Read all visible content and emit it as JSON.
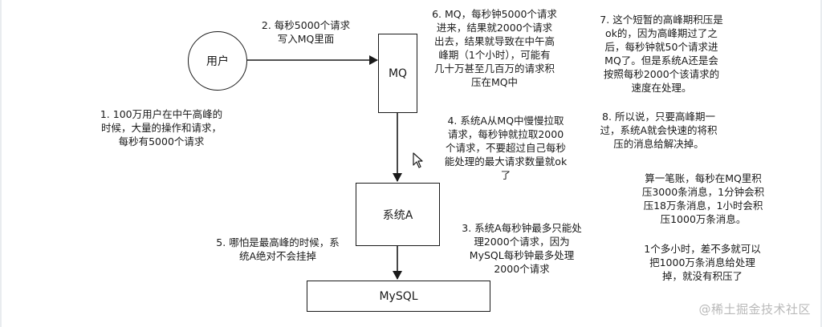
{
  "nodes": {
    "user": "用户",
    "mq": "MQ",
    "system_a": "系统A",
    "mysql": "MySQL"
  },
  "notes": {
    "n1": "1. 100万用户在中午高峰的\n时候，大量的操作和请求，\n每秒有5000个请求",
    "n2": "2. 每秒5000个请求\n写入MQ里面",
    "n3": "3. 系统A每秒钟最多只能处\n理2000个请求，因为\nMySQL每秒钟最多处理\n2000个请求",
    "n4": "4. 系统A从MQ中慢慢拉取\n请求，每秒钟就拉取2000\n个请求，不要超过自己每秒\n能处理的最大请求数量就ok\n了",
    "n5": "5. 哪怕是最高峰的时候，系\n统A绝对不会挂掉",
    "n6": "6. MQ，每秒钟5000个请求\n进来，结果就2000个请求\n出去，结果就导致在中午高\n峰期（1个小时），可能有\n几十万甚至几百万的请求积\n压在MQ中",
    "n7": "7. 这个短暂的高峰期积压是\nok的，因为高峰期过了之\n后，每秒钟就50个请求进\nMQ了。但是系统A还是会\n按照每秒2000个该请求的\n速度在处理。",
    "n8": "8. 所以说，只要高峰期一\n过，系统A就会快速的将积\n压的消息给解决掉。",
    "n9": "算一笔账，每秒在MQ里积\n压3000条消息，1分钟会积\n压18万条消息，1小时会积\n压1000万条消息。",
    "n10": "1个多小时，差不多就可以\n把1000万条消息给处理\n掉，就没有积压了"
  },
  "watermark": "@稀土掘金技术社区",
  "icons": {
    "cursor": "mouse-pointer-icon"
  },
  "colors": {
    "line": "#1a1a1a",
    "edge": "#e9ecef",
    "watermark": "#b9b9b9"
  }
}
